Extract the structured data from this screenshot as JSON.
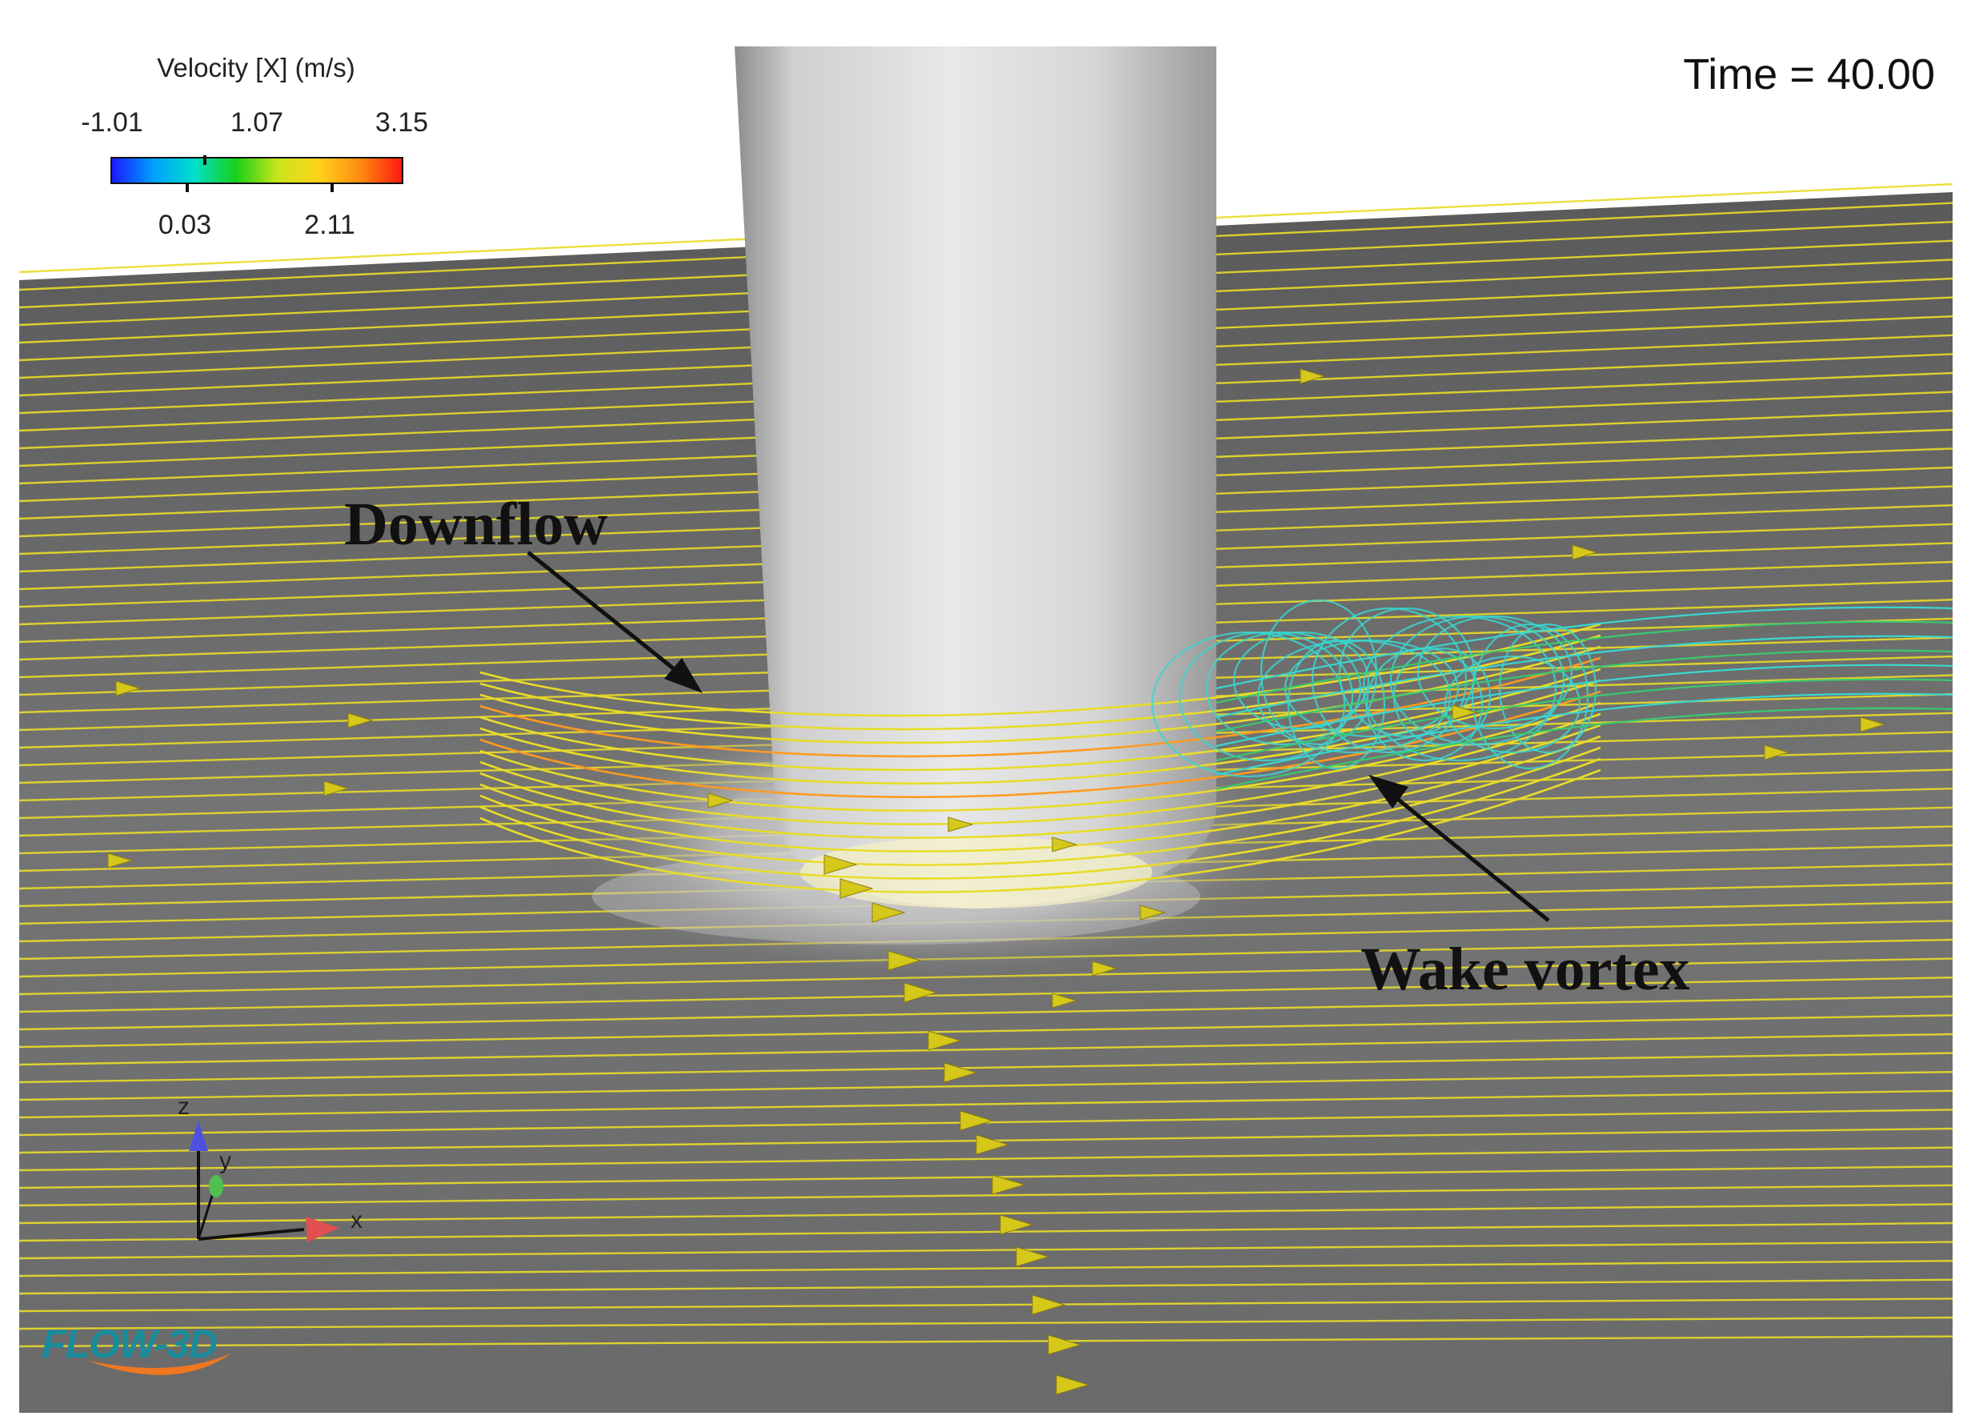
{
  "legend": {
    "title": "Velocity [X] (m/s)",
    "ticks_top": [
      "-1.01",
      "1.07",
      "3.15"
    ],
    "ticks_bottom": [
      "0.03",
      "2.11"
    ],
    "colors": [
      "#1a1aff",
      "#00a0ff",
      "#00e0c8",
      "#18d018",
      "#c8e61a",
      "#ffd21a",
      "#ff8a10",
      "#ff1a10"
    ]
  },
  "time_label": "Time = 40.00",
  "annotations": {
    "downflow": "Downflow",
    "wake_vortex": "Wake vortex"
  },
  "axes": {
    "x": "x",
    "y": "y",
    "z": "z"
  },
  "logo": "FLOW-3D",
  "colors": {
    "streamline": "#e9dc28",
    "wake_streamline": "#3ad6d0",
    "accelerated": "#ff9a20",
    "bed": "#6e6e6e",
    "pier": "#c9c9c9"
  }
}
